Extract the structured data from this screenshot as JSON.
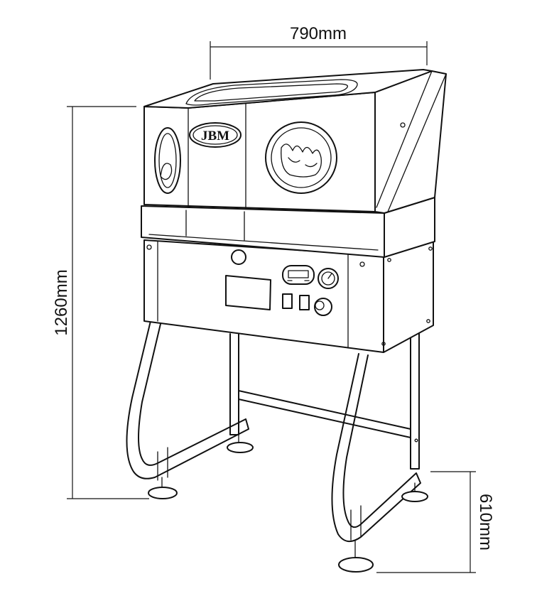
{
  "dimensions": {
    "width_label": "790mm",
    "height_label": "1260mm",
    "leg_height_label": "610mm"
  },
  "brand": {
    "logo_text": "JBM"
  },
  "colors": {
    "line": "#111111",
    "background": "#ffffff"
  }
}
